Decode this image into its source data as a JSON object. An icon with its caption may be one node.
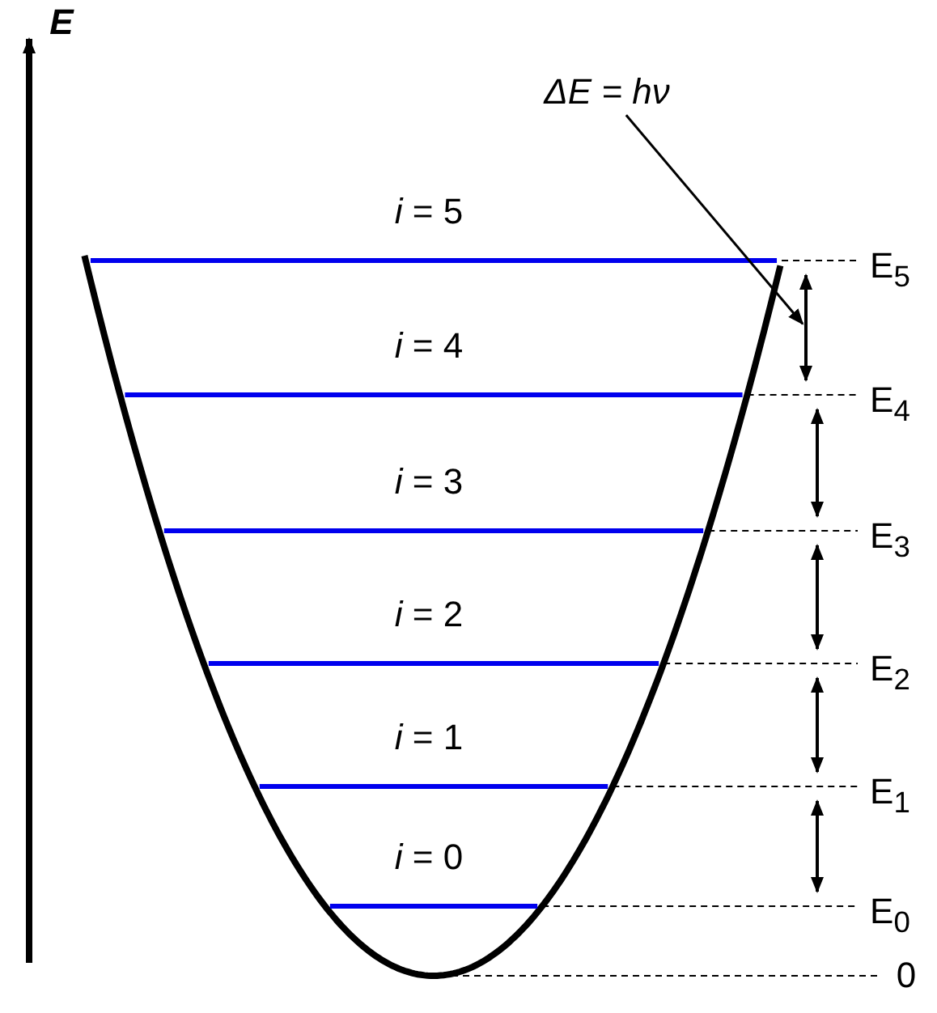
{
  "diagram": {
    "nodes": [
      {
        "text": [
          "ΔE = hν"
        ]
      },
      {
        "text": [],
        "shape": "arrow"
      }
    ],
    "edges": [
      {
        "from": 0,
        "to": 1,
        "arrow": "to"
      }
    ],
    "labels": [
      "E",
      "*i* = 5",
      "E$_{5}$",
      "*i* = 4",
      "E$_{4}$",
      "*i* = 3",
      "E$_{3}$",
      "*i* = 2",
      "E$_{2}$",
      "*i* = 1",
      "E$_{1}$",
      "*i* = 0",
      "E$_{0}$",
      "0"
    ]
  }
}
